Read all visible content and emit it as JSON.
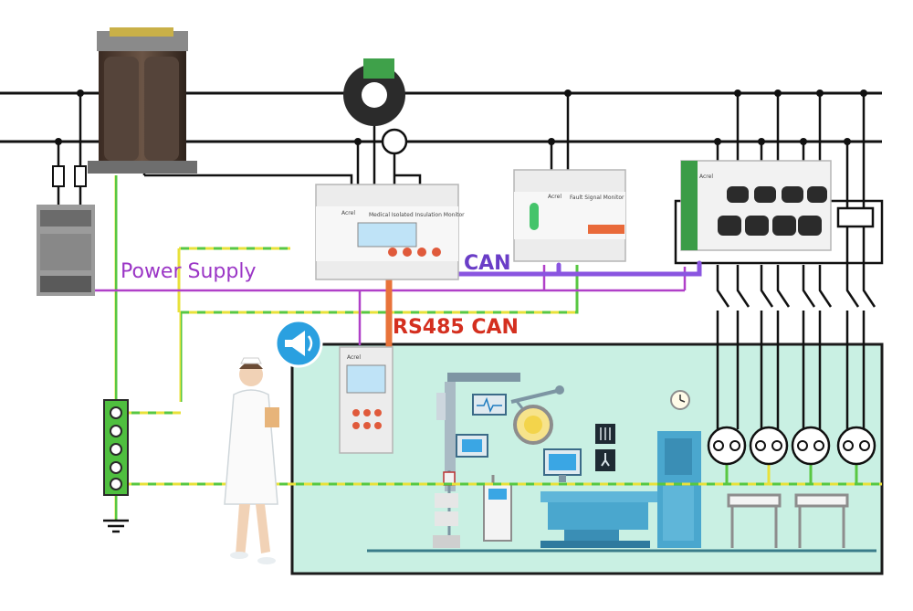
{
  "labels": {
    "power_supply": "Power Supply",
    "can": "CAN",
    "rs485_can": "RS485 CAN"
  },
  "devices": {
    "brand": "Acrel",
    "monitor_title": "Medical Isolated Insulation Monitor",
    "alarm_title": "Fault Signal Monitor"
  },
  "colors": {
    "bus_line": "#111111",
    "power_supply_line": "#b040c8",
    "can_line": "#8a55e0",
    "rs485_line": "#e8733a",
    "earth_green": "#58c742",
    "earth_yellow": "#e8e13a",
    "room_fill": "#c9f0e3",
    "room_border": "#1b1b1b",
    "warning_badge": "#2aa0e0"
  },
  "icons": {
    "transformer": "transformer-icon",
    "current_transformer": "current-transformer-icon",
    "psu": "power-supply-module-icon",
    "monitor": "insulation-monitor-icon",
    "alarm": "fault-alarm-icon",
    "branch_monitor": "multi-channel-monitor-icon",
    "remote_alarm": "remote-alarm-display-icon",
    "earth_bar": "earth-terminal-bar-icon",
    "ground": "ground-symbol-icon",
    "nurse": "nurse-icon",
    "speaker": "speaker-warning-icon",
    "room": "operating-room-icon"
  }
}
